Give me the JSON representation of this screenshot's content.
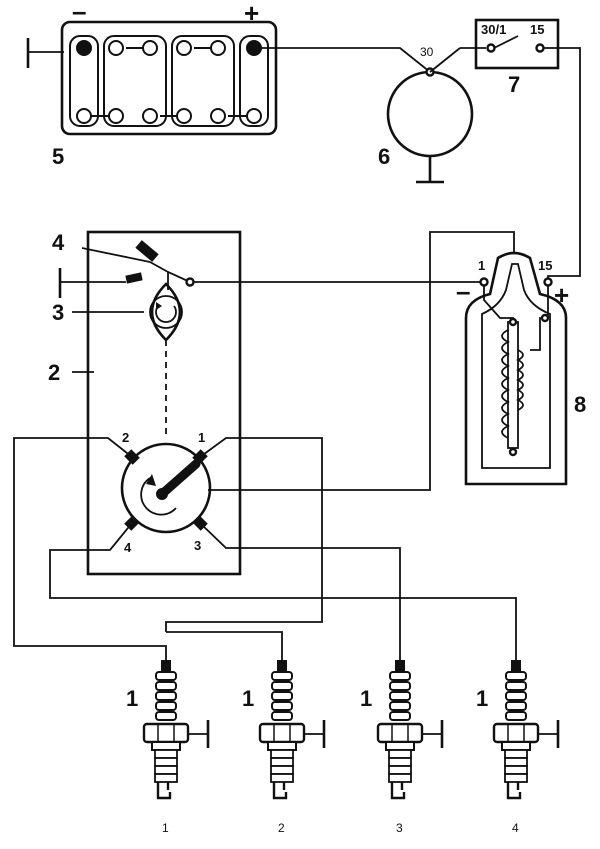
{
  "labels": {
    "battery": "5",
    "generator": "6",
    "switch": "7",
    "coil": "8",
    "distributor": "2",
    "cam": "3",
    "breaker": "4",
    "plug": "1"
  },
  "battery": {
    "minus": "–",
    "plus": "+"
  },
  "generator": {
    "terminal": "30"
  },
  "switch": {
    "terminal_in": "30/1",
    "terminal_out": "15"
  },
  "coil": {
    "terminal_minus": "1",
    "terminal_plus": "15",
    "sign_minus": "–",
    "sign_plus": "+"
  },
  "cap_terminals": [
    "2",
    "1",
    "4",
    "3"
  ],
  "plug_numbers": [
    "1",
    "2",
    "3",
    "4"
  ]
}
